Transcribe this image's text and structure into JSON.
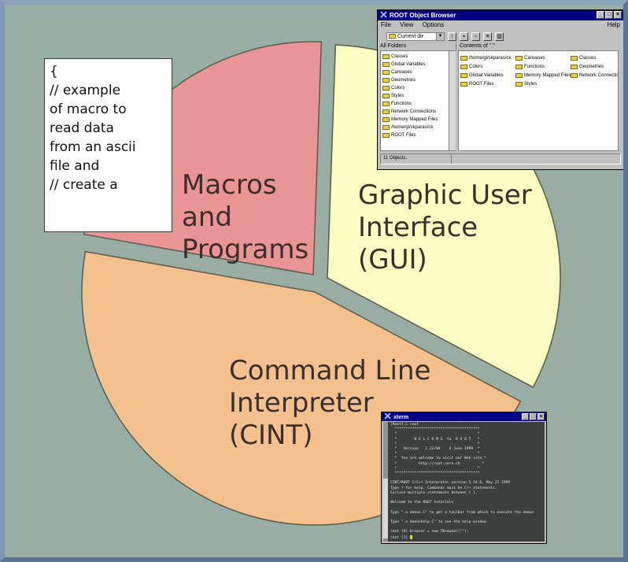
{
  "diagram": {
    "segments": [
      {
        "id": "macros",
        "lines": [
          "Macros",
          "and",
          "Programs"
        ],
        "color": "#e99595"
      },
      {
        "id": "gui",
        "lines": [
          "Graphic User",
          "Interface",
          "(GUI)"
        ],
        "color": "#fdfdc3"
      },
      {
        "id": "cint",
        "lines": [
          "Command Line",
          "Interpreter",
          "(CINT)"
        ],
        "color": "#f3c08e"
      }
    ],
    "background_color": "#98ada4",
    "outline_color": "#5b5b48"
  },
  "code_note": {
    "lines": [
      "{",
      "//    example",
      "of macro to",
      "read data",
      "from an ascii",
      "file and",
      "//    create a"
    ]
  },
  "browser": {
    "title": "ROOT Object Browser",
    "menu": [
      "File",
      "View",
      "Options"
    ],
    "help": "Help",
    "current_dir": "Current dir",
    "left_header": "All Folders",
    "right_header": "Contents of \".\"",
    "left_items": [
      "Classes",
      "Global Variables",
      "Canvases",
      "Geometries",
      "Colors",
      "Styles",
      "Functions",
      "Network Connections",
      "Memory Mapped Files",
      "/home/gl/skparas/ck",
      "ROOT Files"
    ],
    "right_items": [
      "/home/gl/skparas/ck",
      "Canvases",
      "Classes",
      "Colors",
      "Functions",
      "Geometries",
      "Global Variables",
      "Memory Mapped Files",
      "Network Connections",
      "ROOT Files",
      "Styles"
    ],
    "status": "11 Objects."
  },
  "xterm": {
    "title": "xterm",
    "lines": [
      "[Root].C root",
      "  ***************************************",
      "  *                                     *",
      "  *        W E L C O M E  to  R O O T   *",
      "  *                                     *",
      "  *   Version   2.22/04    4 June 1999  *",
      "  *                                     *",
      "  *  You are welcome to visit our Web site *",
      "  *          http://root.cern.ch          *",
      "  *                                     *",
      "  ***************************************",
      "",
      "CINT/ROOT C/C++ Interpreter version 5.14.6, May 22 1999",
      "Type ? for help. Commands must be C++ statements.",
      "Enclose multiple statements between { }.",
      "",
      "Welcome to the ROOT tutorials",
      "",
      "Type \".x demos.C\" to get a toolbar from which to execute the demos",
      "",
      "Type \".x demoshelp.C\" to see the help window",
      "",
      "root [0] browser = new TBrowser(\"\");",
      "root [1] "
    ]
  }
}
